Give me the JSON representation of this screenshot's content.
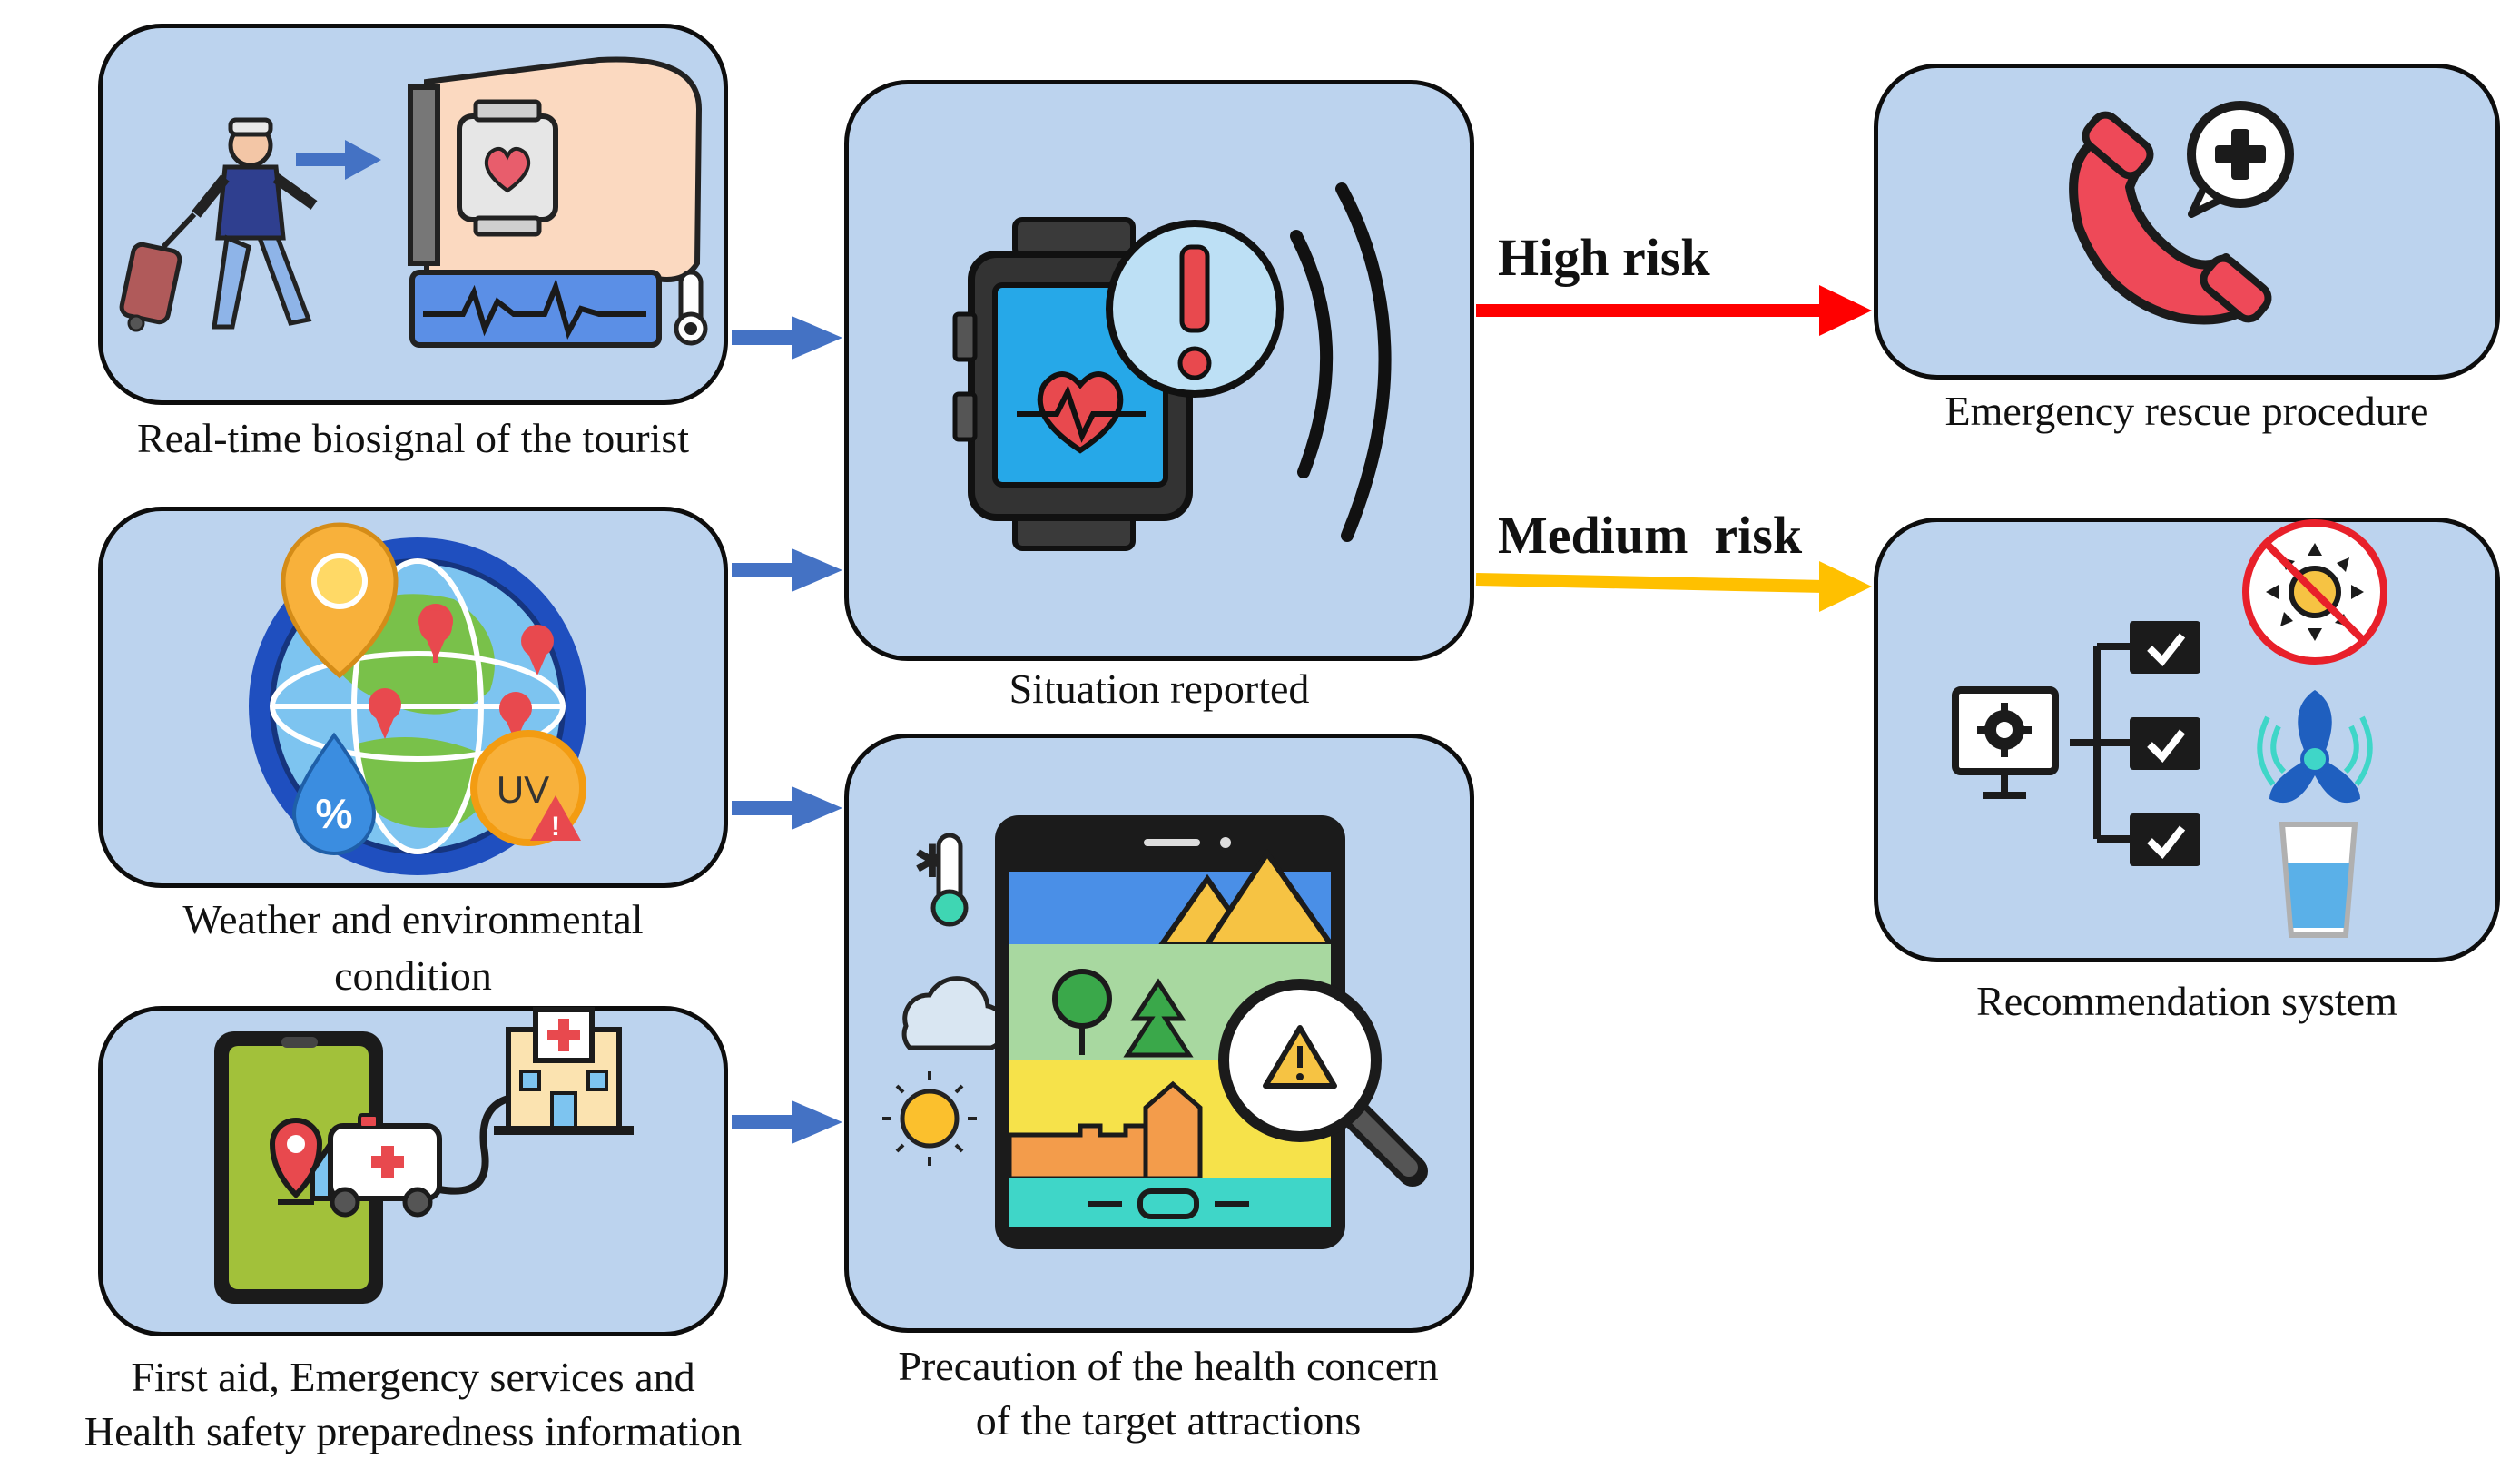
{
  "inputs": {
    "biosignal": "Real-time biosignal of the tourist",
    "weather_line1": "Weather and environmental",
    "weather_line2": "condition",
    "firstaid_line1": "First aid, Emergency services and",
    "firstaid_line2": "Health safety preparedness information"
  },
  "center": {
    "situation": "Situation reported",
    "precaution_line1": "Precaution of the health concern",
    "precaution_line2": "of the target attractions"
  },
  "outputs": {
    "high_risk": "High risk",
    "medium_risk": "Medium  risk",
    "emergency": "Emergency rescue procedure",
    "recommendation": "Recommendation system"
  },
  "colors": {
    "box_fill": "#bcd3ee",
    "input_arrow": "#4472c4",
    "high_risk_arrow": "#ff0000",
    "medium_risk_arrow": "#ffc000"
  },
  "icons": {
    "tourist": "traveler-with-luggage-icon",
    "smartwatch": "heart-rate-smartwatch-icon",
    "globe": "weather-globe-icon",
    "phone_map": "phone-map-ambulance-icon",
    "hospital": "hospital-icon",
    "alert_watch": "alert-smartwatch-icon",
    "tablet": "attraction-tablet-icon",
    "emergency_phone": "emergency-phone-icon",
    "computer": "settings-computer-icon",
    "no_sun": "no-sun-icon",
    "fan": "fan-icon",
    "water": "water-glass-icon"
  }
}
